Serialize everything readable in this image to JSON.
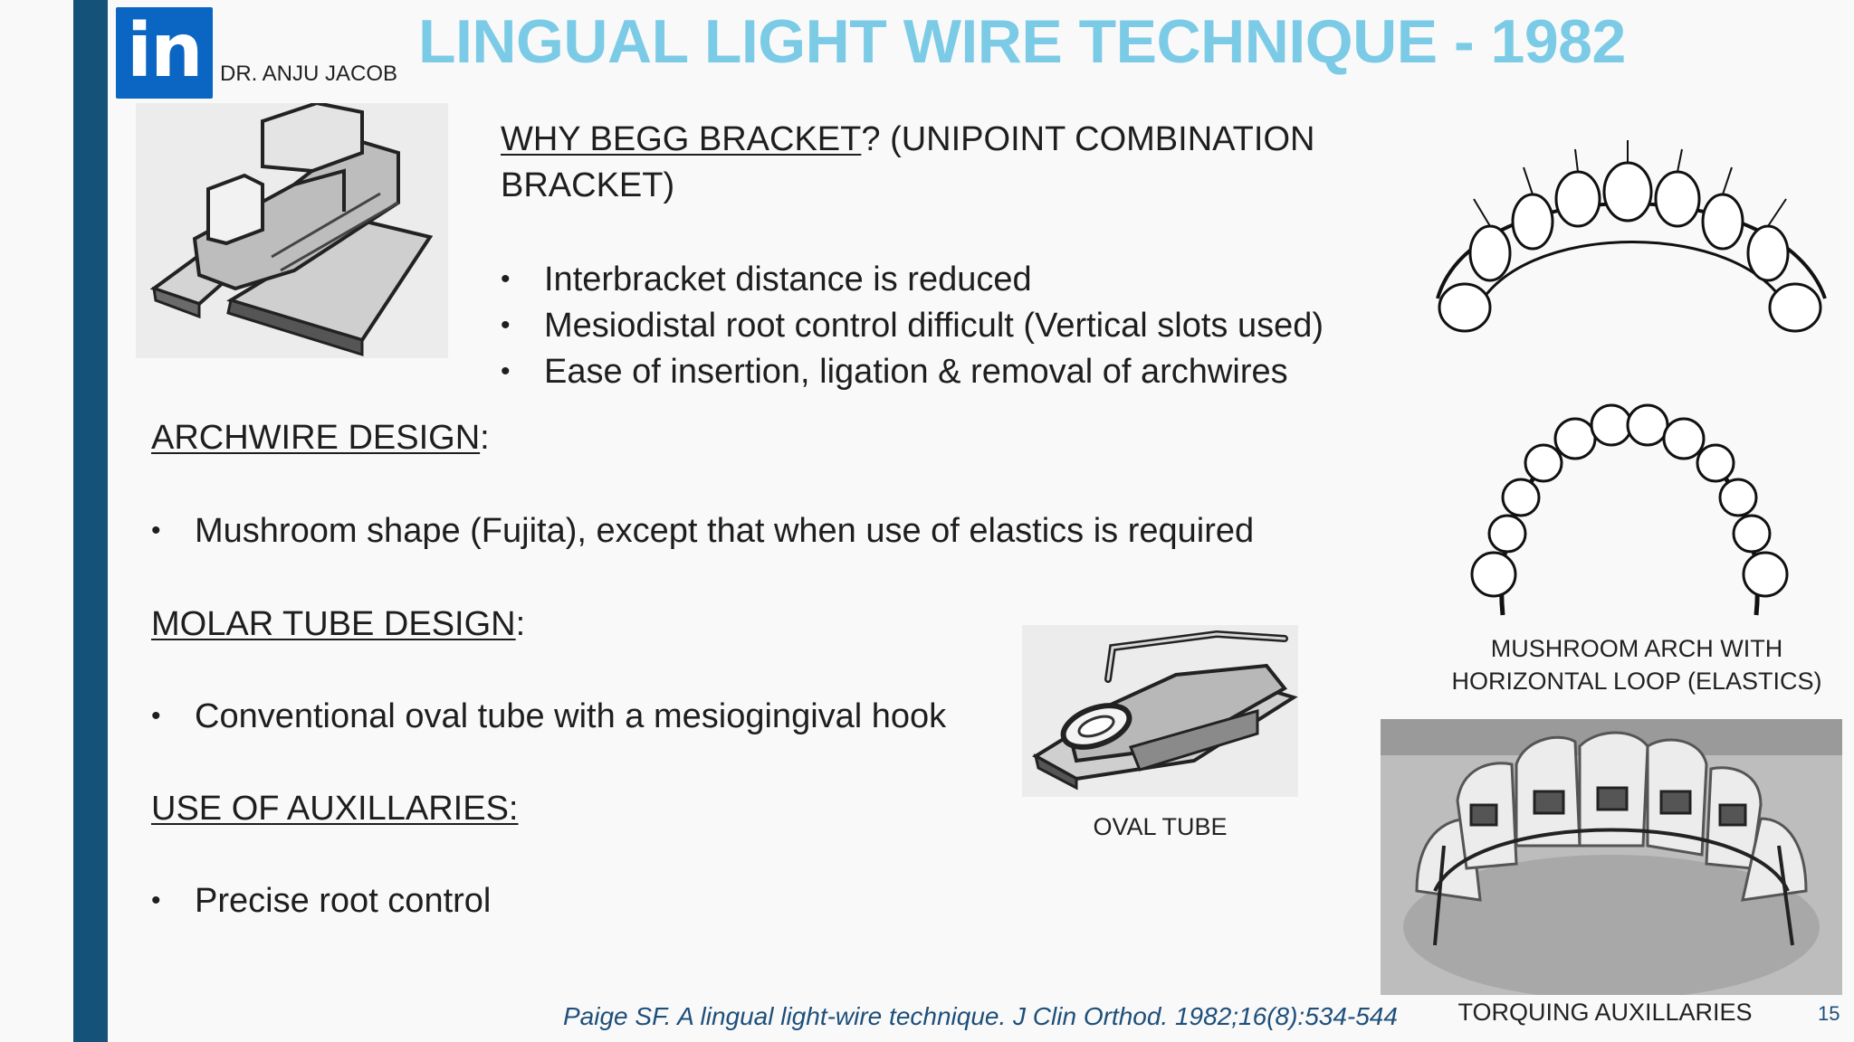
{
  "brand": {
    "logo_text": "in",
    "author": "DR. ANJU JACOB"
  },
  "slide": {
    "title": "LINGUAL LIGHT WIRE TECHNIQUE - 1982",
    "why_begg": {
      "heading_underlined": "WHY BEGG BRACKET",
      "heading_rest_line1": "? (UNIPOINT COMBINATION",
      "heading_line2": "BRACKET)",
      "bullets": [
        "Interbracket distance is reduced",
        "Mesiodistal root control difficult (Vertical slots used)",
        "Ease of insertion, ligation & removal of archwires"
      ]
    },
    "archwire": {
      "heading": "ARCHWIRE DESIGN",
      "colon": ":",
      "bullets": [
        "Mushroom shape (Fujita), except that when use of elastics is required"
      ]
    },
    "molar_tube": {
      "heading": "MOLAR TUBE DESIGN",
      "colon": ":",
      "bullets": [
        "Conventional oval tube with a mesiogingival hook"
      ]
    },
    "auxillaries": {
      "heading": "USE OF AUXILLARIES:",
      "bullets": [
        "Precise root control"
      ]
    },
    "bullet_glyph": "•",
    "captions": {
      "oval_tube": "OVAL TUBE",
      "mushroom_line1": "MUSHROOM ARCH WITH",
      "mushroom_line2": "HORIZONTAL LOOP (ELASTICS)",
      "torquing": "TORQUING AUXILLARIES"
    },
    "reference": "Paige SF. A lingual light-wire technique. J Clin Orthod. 1982;16(8):534-544",
    "page_number": "15"
  },
  "colors": {
    "title": "#7ccbe6",
    "left_bar": "#14527a",
    "logo": "#0a66c2",
    "reference": "#1e4f7a"
  },
  "icons": [
    "linkedin-logo-icon",
    "bullet-icon"
  ]
}
